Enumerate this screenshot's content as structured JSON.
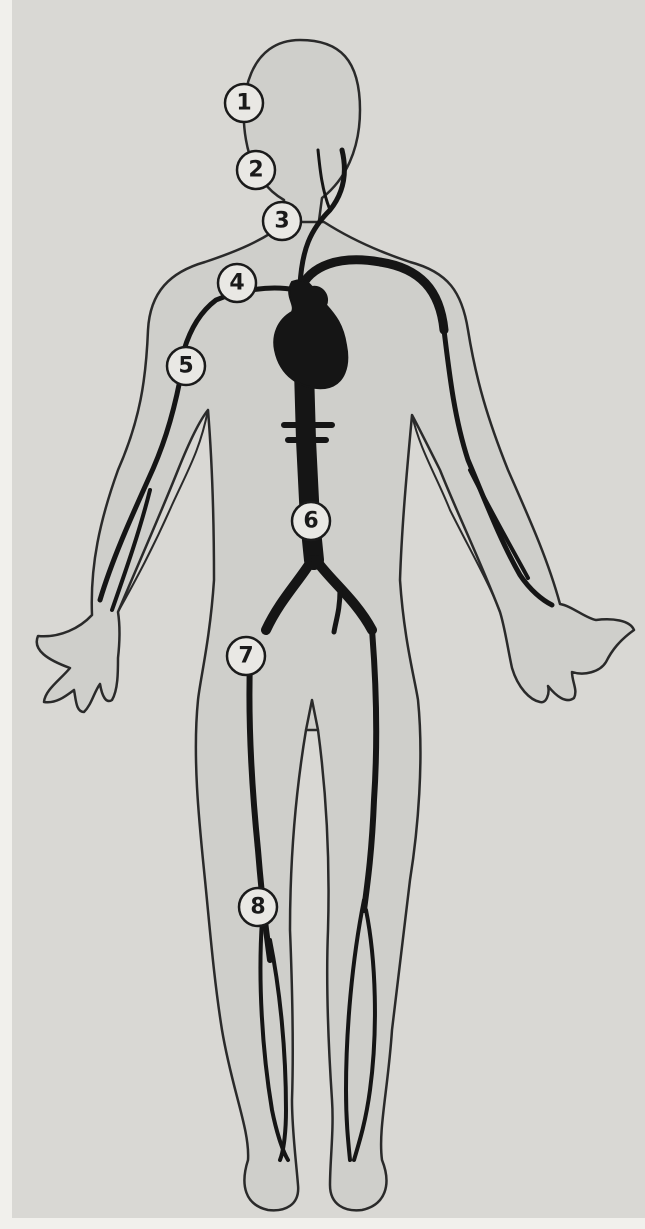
{
  "figure": {
    "colors": {
      "background": "#d9d8d4",
      "page_edge": "#f1f0ec",
      "body_fill": "#cfcfcb",
      "outline": "#2a2a2a",
      "vessel": "#151515",
      "label_fill": "#e9e8e4"
    },
    "labels": [
      {
        "id": "1",
        "text": "1"
      },
      {
        "id": "2",
        "text": "2"
      },
      {
        "id": "3",
        "text": "3"
      },
      {
        "id": "4",
        "text": "4"
      },
      {
        "id": "5",
        "text": "5"
      },
      {
        "id": "6",
        "text": "6"
      },
      {
        "id": "7",
        "text": "7"
      },
      {
        "id": "8",
        "text": "8"
      }
    ]
  }
}
